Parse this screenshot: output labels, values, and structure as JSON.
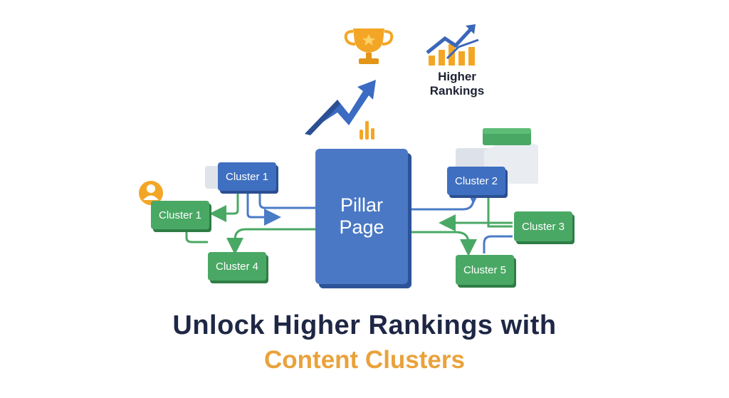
{
  "pillar": {
    "line1": "Pillar",
    "line2": "Page"
  },
  "clusters": {
    "left_top": "Cluster 1",
    "left_mid": "Cluster 1",
    "left_bottom": "Cluster 4",
    "right_top": "Cluster 2",
    "right_mid": "Cluster 3",
    "right_bottom": "Cluster 5"
  },
  "badge": {
    "line1": "Higher",
    "line2": "Rankings"
  },
  "headline": {
    "line1": "Unlock Higher Rankings with",
    "line2": "Content Clusters"
  },
  "icons": [
    "trophy-icon",
    "rising-bar-chart-icon",
    "trend-arrow-icon",
    "user-avatar-icon",
    "card-stack-icon",
    "document-stack-icon"
  ],
  "colors": {
    "blue": "#3f6fc0",
    "green": "#4aa865",
    "accent_orange": "#e9a23b",
    "title_navy": "#1f2745"
  }
}
